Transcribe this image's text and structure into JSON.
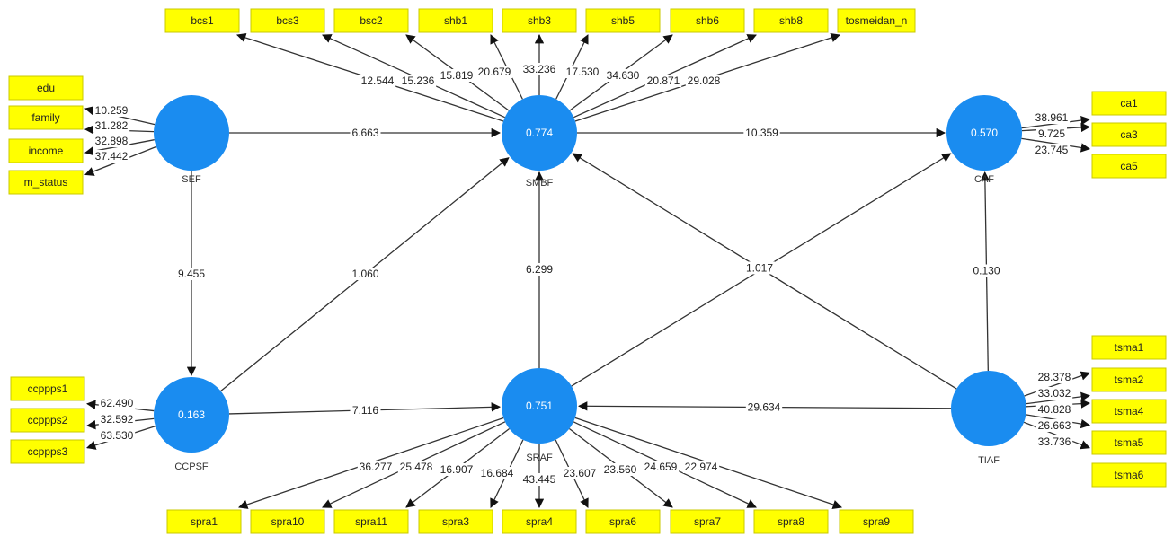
{
  "colors": {
    "construct": "#1a8cf0",
    "indicator": "#ffff00",
    "edge": "#333333"
  },
  "constructs": [
    {
      "id": "SEF",
      "name": "SEF",
      "r2": ""
    },
    {
      "id": "SMBF",
      "name": "SMBF",
      "r2": "0.774"
    },
    {
      "id": "CAF",
      "name": "CAF",
      "r2": "0.570"
    },
    {
      "id": "CCPSF",
      "name": "CCPSF",
      "r2": "0.163"
    },
    {
      "id": "SRAF",
      "name": "SRAF",
      "r2": "0.751"
    },
    {
      "id": "TIAF",
      "name": "TIAF",
      "r2": ""
    }
  ],
  "paths": [
    {
      "from": "SEF",
      "to": "SMBF",
      "value": "6.663"
    },
    {
      "from": "SMBF",
      "to": "CAF",
      "value": "10.359"
    },
    {
      "from": "SEF",
      "to": "CCPSF",
      "value": "9.455"
    },
    {
      "from": "CCPSF",
      "to": "SMBF",
      "value": "1.060"
    },
    {
      "from": "CCPSF",
      "to": "SRAF",
      "value": "7.116"
    },
    {
      "from": "SRAF",
      "to": "SMBF",
      "value": "6.299"
    },
    {
      "from": "SRAF",
      "to": "CAF",
      "value": ""
    },
    {
      "from": "TIAF",
      "to": "SMBF",
      "value": "1.017"
    },
    {
      "from": "TIAF",
      "to": "CAF",
      "value": "0.130"
    },
    {
      "from": "TIAF",
      "to": "SRAF",
      "value": "29.634"
    }
  ],
  "indicators": {
    "SEF": [
      {
        "name": "edu",
        "loading": "10.259"
      },
      {
        "name": "family",
        "loading": "31.282"
      },
      {
        "name": "income",
        "loading": "32.898"
      },
      {
        "name": "m_status",
        "loading": "37.442"
      }
    ],
    "SMBF": [
      {
        "name": "bcs1",
        "loading": "12.544"
      },
      {
        "name": "bcs3",
        "loading": "15.236"
      },
      {
        "name": "bsc2",
        "loading": "15.819"
      },
      {
        "name": "shb1",
        "loading": "20.679"
      },
      {
        "name": "shb3",
        "loading": "33.236"
      },
      {
        "name": "shb5",
        "loading": "17.530"
      },
      {
        "name": "shb6",
        "loading": "34.630"
      },
      {
        "name": "shb8",
        "loading": "20.871"
      },
      {
        "name": "tosmeidan_n",
        "loading": "29.028"
      }
    ],
    "CAF": [
      {
        "name": "ca1",
        "loading": "38.961"
      },
      {
        "name": "ca3",
        "loading": "9.725"
      },
      {
        "name": "ca5",
        "loading": "23.745"
      }
    ],
    "CCPSF": [
      {
        "name": "ccppps1",
        "loading": "62.490"
      },
      {
        "name": "ccppps2",
        "loading": "32.592"
      },
      {
        "name": "ccppps3",
        "loading": "63.530"
      }
    ],
    "SRAF": [
      {
        "name": "spra1",
        "loading": "36.277"
      },
      {
        "name": "spra10",
        "loading": "25.478"
      },
      {
        "name": "spra11",
        "loading": "16.907"
      },
      {
        "name": "spra3",
        "loading": "16.684"
      },
      {
        "name": "spra4",
        "loading": "43.445"
      },
      {
        "name": "spra6",
        "loading": "23.607"
      },
      {
        "name": "spra7",
        "loading": "23.560"
      },
      {
        "name": "spra8",
        "loading": "24.659"
      },
      {
        "name": "spra9",
        "loading": "22.974"
      }
    ],
    "TIAF": [
      {
        "name": "tsma1",
        "loading": "28.378"
      },
      {
        "name": "tsma2",
        "loading": "33.032"
      },
      {
        "name": "tsma4",
        "loading": "40.828"
      },
      {
        "name": "tsma5",
        "loading": "26.663"
      },
      {
        "name": "tsma6",
        "loading": "33.736"
      }
    ]
  }
}
